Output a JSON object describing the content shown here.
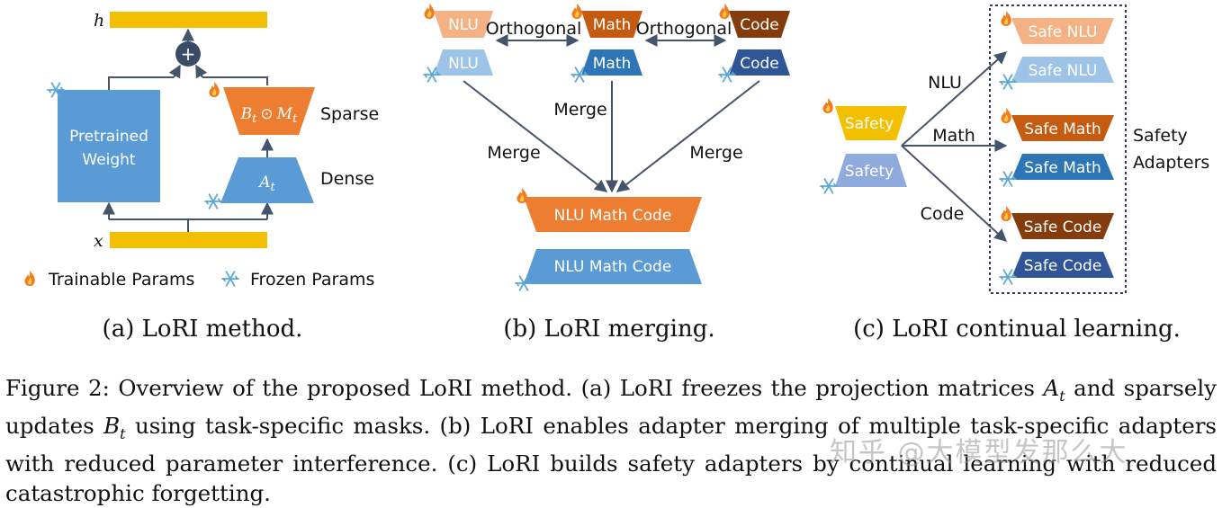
{
  "colors": {
    "yellow": "#F2C000",
    "blue_dark": "#2E75B6",
    "blue_mid": "#5B9BD5",
    "blue_light": "#9DC3E6",
    "orange": "#ED7D31",
    "orange_light": "#F4B183",
    "brown": "#C55A11",
    "navy": "#2F5597",
    "brown_dark": "#843C0C",
    "plus_circle": "#3B4B66",
    "lavender": "#8FAADC",
    "arrow": "#44546A"
  },
  "icons": {
    "trainable": "flame-icon",
    "frozen": "snowflake-icon"
  },
  "panel_a": {
    "h_label": "h",
    "x_label": "x",
    "plus": "+",
    "pretrained_line1": "Pretrained",
    "pretrained_line2": "Weight",
    "b_label": "B",
    "b_sub": "t",
    "odot": "⊙",
    "m_label": "M",
    "m_sub": "t",
    "a_label": "A",
    "a_sub": "t",
    "sparse": "Sparse",
    "dense": "Dense",
    "legend_trainable": "Trainable Params",
    "legend_frozen": "Frozen Params",
    "caption": "(a) LoRI method."
  },
  "panel_b": {
    "nlu": "NLU",
    "math": "Math",
    "code": "Code",
    "orthogonal_1": "Orthogonal",
    "orthogonal_2": "Orthogonal",
    "merge_left": "Merge",
    "merge_mid": "Merge",
    "merge_right": "Merge",
    "merged_top": "NLU Math Code",
    "merged_bottom": "NLU Math Code",
    "caption": "(b) LoRI merging."
  },
  "panel_c": {
    "safety_top": "Safety",
    "safety_bottom": "Safety",
    "arrow_nlu": "NLU",
    "arrow_math": "Math",
    "arrow_code": "Code",
    "safe_nlu_1": "Safe NLU",
    "safe_nlu_2": "Safe NLU",
    "safe_math_1": "Safe Math",
    "safe_math_2": "Safe Math",
    "safe_code_1": "Safe Code",
    "safe_code_2": "Safe Code",
    "adapters_line1": "Safety",
    "adapters_line2": "Adapters",
    "caption": "(c) LoRI continual learning."
  },
  "figure_caption": {
    "p1": "Figure 2: Overview of the proposed LoRI method. (a) LoRI freezes the projection matrices ",
    "A": "A",
    "A_sub": "t",
    "p2": " and sparsely updates ",
    "B": "B",
    "B_sub": "t",
    "p3": " using task-specific masks. (b) LoRI enables adapter merging of multiple task-specific adapters with reduced parameter interference. (c) LoRI builds safety adapters by continual learning with reduced catastrophic forgetting."
  },
  "watermark": "知乎 @大模型发那么大"
}
